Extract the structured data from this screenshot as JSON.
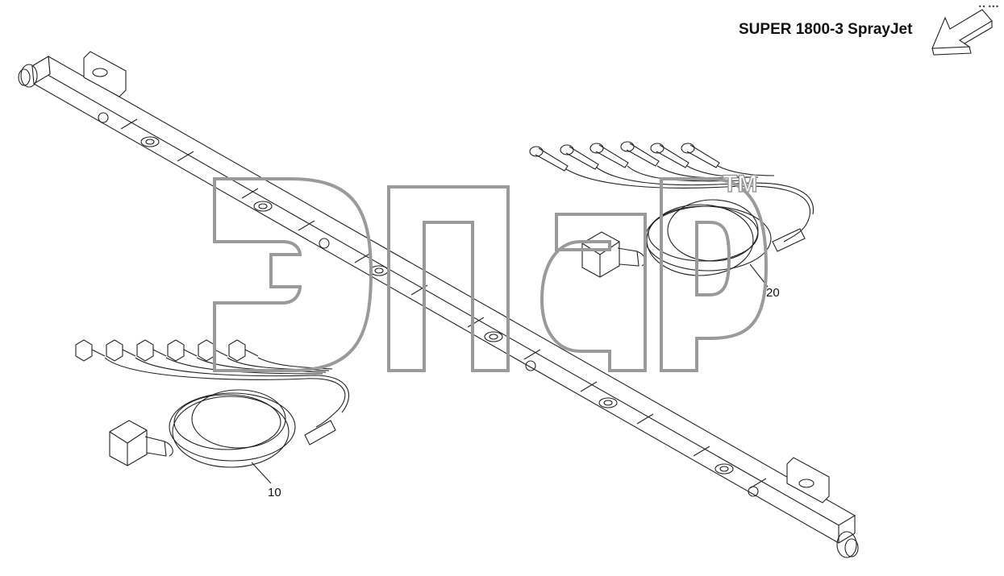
{
  "diagram": {
    "title": "SUPER 1800-3 SprayJet",
    "corner_mark": "•• •••",
    "watermark": "эпар",
    "watermark_tm": "TM",
    "callouts": {
      "harness_a": "10",
      "harness_b": "20"
    },
    "icons": [
      "direction-arrow-icon",
      "connector-icon",
      "nozzle-plug-icon"
    ],
    "colors": {
      "line": "#222222",
      "watermark": "#9a9a9a"
    }
  }
}
